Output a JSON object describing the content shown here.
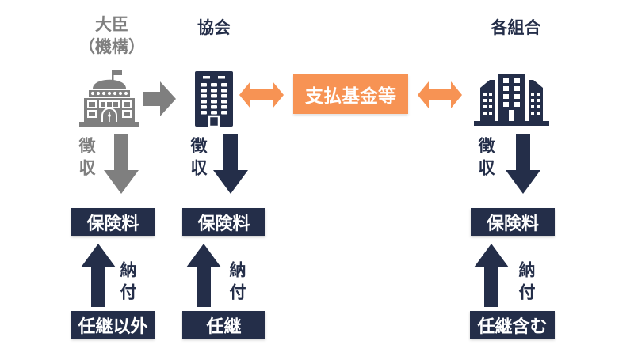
{
  "colors": {
    "navy": "#242e49",
    "gray": "#7f7f7f",
    "orange": "#f79354",
    "boxtext": "#ffffff"
  },
  "center_box": {
    "label": "支払基金等"
  },
  "icons": {
    "minister_building": "government-building-icon",
    "association_building": "office-building-icon",
    "union_buildings": "city-buildings-icon",
    "transfer": "right-arrow-icon",
    "exchange": "double-headed-arrow-icon",
    "collect_flow": "down-arrow-icon",
    "pay_flow": "up-arrow-icon"
  },
  "columns": [
    {
      "header": "大臣\n（機構）",
      "collect": "徴収",
      "premium": "保険料",
      "pay": "納付",
      "source": "任継以外",
      "accent": "gray"
    },
    {
      "header": "協会",
      "collect": "徴収",
      "premium": "保険料",
      "pay": "納付",
      "source": "任継",
      "accent": "navy"
    },
    {
      "header": "各組合",
      "collect": "徴収",
      "premium": "保険料",
      "pay": "納付",
      "source": "任継含む",
      "accent": "navy"
    }
  ]
}
